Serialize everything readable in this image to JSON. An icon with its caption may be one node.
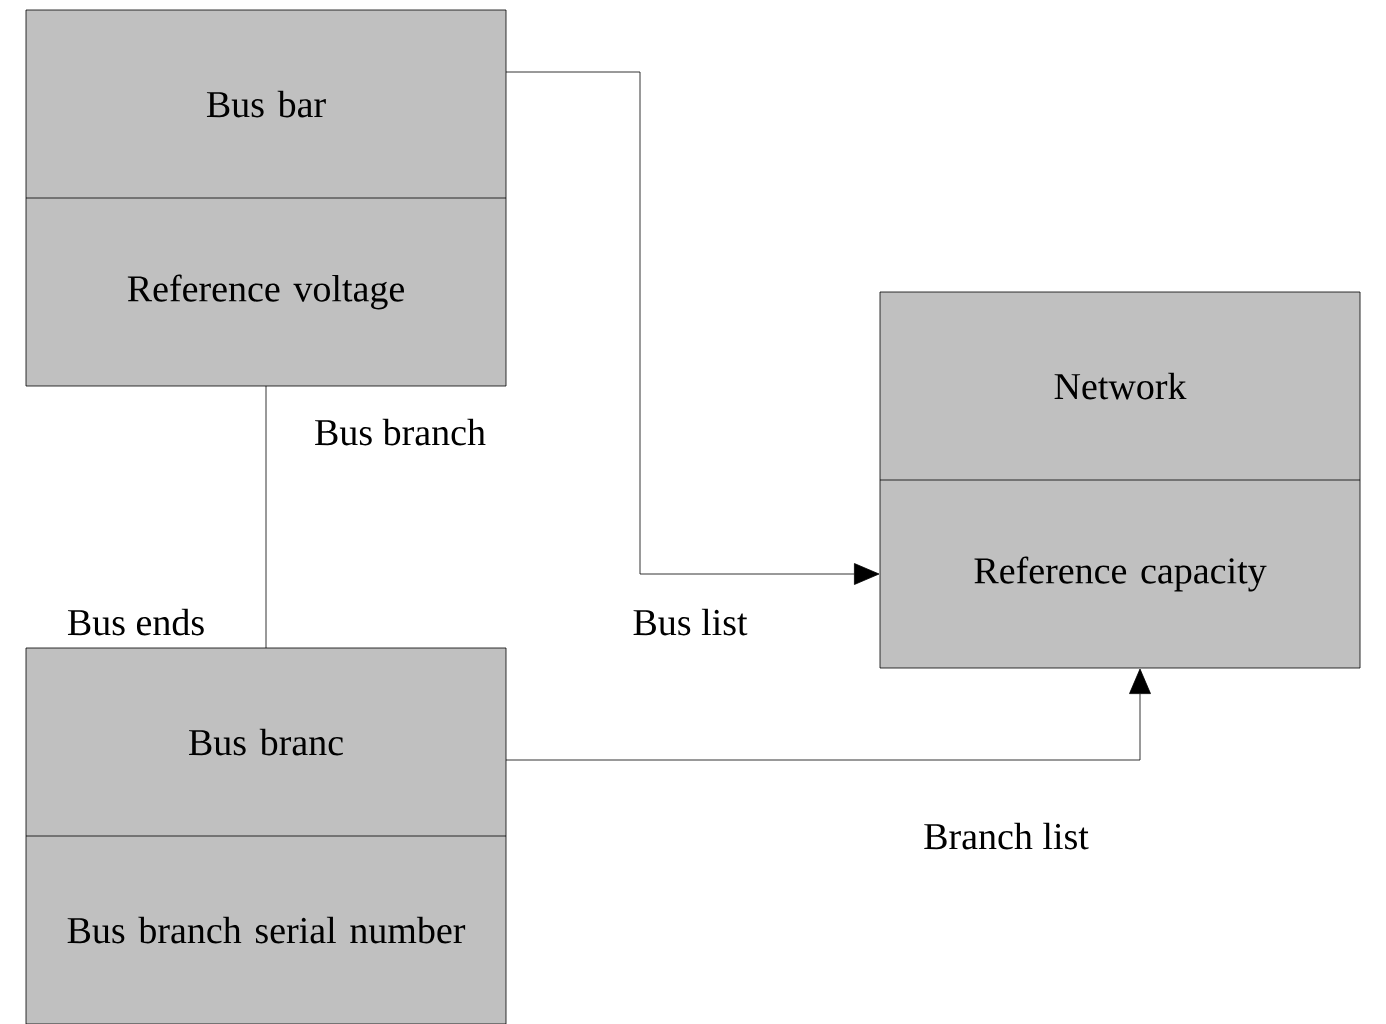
{
  "diagram": {
    "nodes": [
      {
        "text": [
          "Bus bar",
          "Reference voltage"
        ]
      },
      {
        "text": [
          "Network",
          "Reference capacity"
        ]
      },
      {
        "text": [
          "Bus branc",
          "Bus branch serial number"
        ]
      }
    ],
    "edges": [
      {
        "from": 0,
        "to": 1,
        "arrow": "to",
        "label": "Bus list"
      },
      {
        "from": 2,
        "to": 1,
        "arrow": "to",
        "label": "Branch list"
      },
      {
        "from": 0,
        "to": 2,
        "arrow": "none",
        "label": "Bus branch"
      }
    ],
    "labels": [
      "Bus ends"
    ]
  }
}
